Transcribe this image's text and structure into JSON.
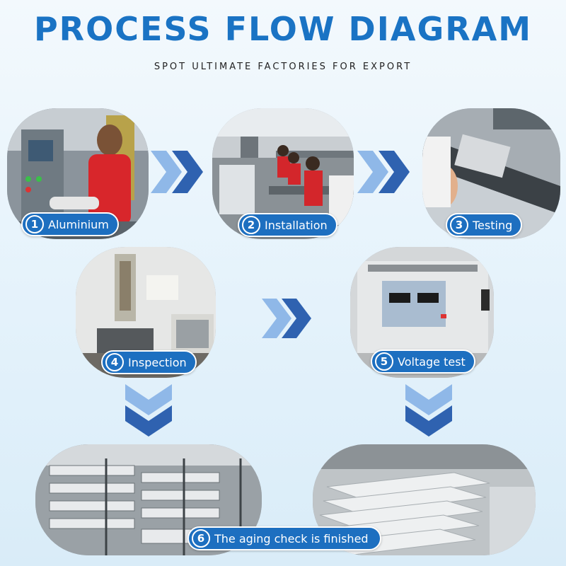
{
  "header": {
    "title": "PROCESS FLOW DIAGRAM",
    "subtitle": "SPOT ULTIMATE FACTORIES FOR EXPORT"
  },
  "steps": [
    {
      "number": "1",
      "label": "Aluminium"
    },
    {
      "number": "2",
      "label": "Installation"
    },
    {
      "number": "3",
      "label": "Testing"
    },
    {
      "number": "4",
      "label": "Inspection"
    },
    {
      "number": "5",
      "label": "Voltage test"
    },
    {
      "number": "6",
      "label": "The aging check is finished"
    }
  ],
  "colors": {
    "title": "#1a73c4",
    "badge": "#1d6fc0",
    "arrow_dark": "#2f62b0",
    "arrow_light": "#8fb8e8"
  }
}
